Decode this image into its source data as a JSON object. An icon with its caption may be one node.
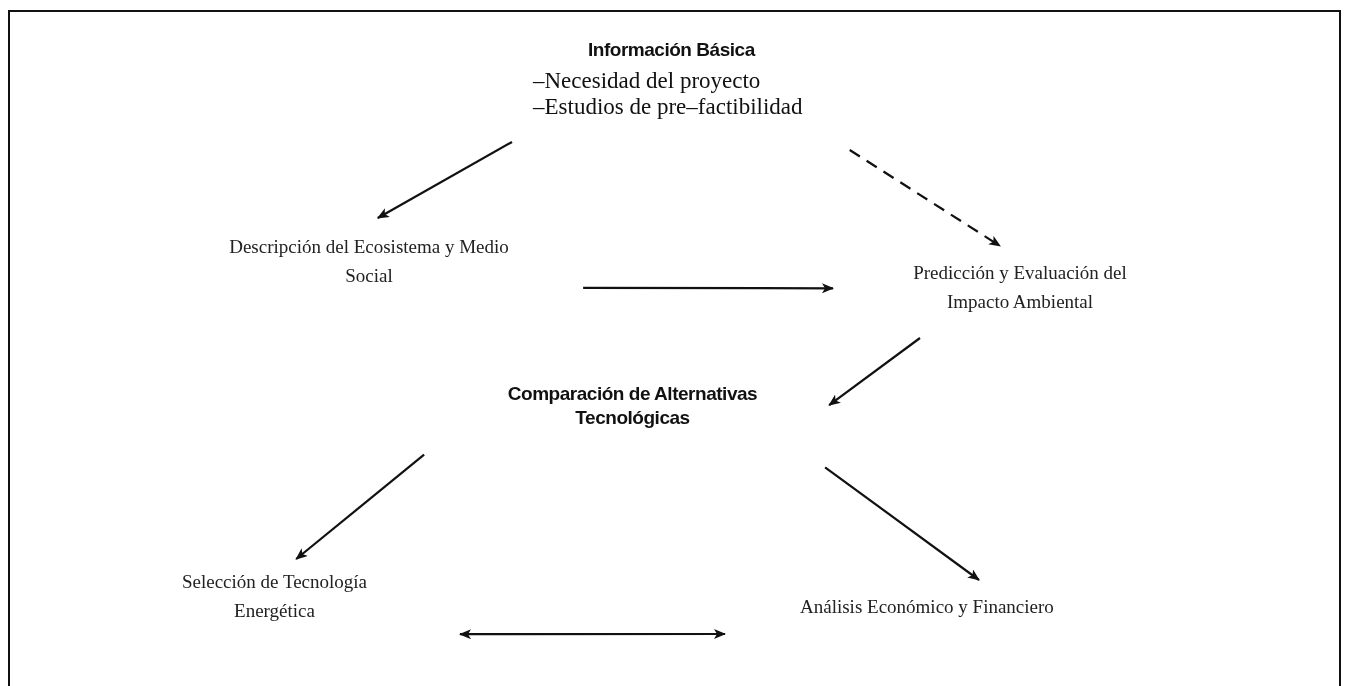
{
  "diagram": {
    "nodes": [
      {
        "text": [
          "Información Básica",
          "–Necesidad del proyecto",
          "–Estudios de pre–factibilidad"
        ]
      },
      {
        "text": [
          "Descripción del Ecosistema y Medio Social"
        ]
      },
      {
        "text": [
          "Predicción y Evaluación del Impacto Ambiental"
        ]
      },
      {
        "text": [
          "Comparación de Alternativas Tecnológicas"
        ]
      },
      {
        "text": [
          "Selección de Tecnología Energética"
        ]
      },
      {
        "text": [
          "Análisis Económico y Financiero"
        ]
      }
    ],
    "edges": [
      {
        "from": 0,
        "to": 1,
        "arrow": "to"
      },
      {
        "from": 0,
        "to": 2,
        "arrow": "to",
        "style": "dashed"
      },
      {
        "from": 1,
        "to": 2,
        "arrow": "to"
      },
      {
        "from": 2,
        "to": 3,
        "arrow": "to"
      },
      {
        "from": 3,
        "to": 4,
        "arrow": "to"
      },
      {
        "from": 3,
        "to": 5,
        "arrow": "to"
      },
      {
        "from": 4,
        "to": 5,
        "arrow": "both"
      }
    ]
  }
}
